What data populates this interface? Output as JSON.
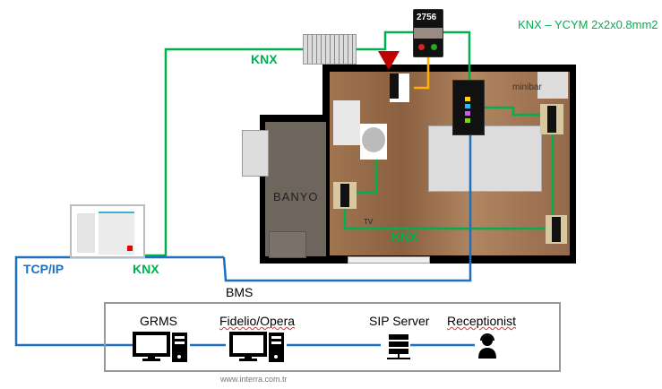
{
  "legend": {
    "cable": "KNX –  YCYM 2x2x0.8mm2"
  },
  "labels": {
    "knx_top": "KNX",
    "knx_room": "KNX",
    "knx_gateway": "KNX",
    "tcpip": "TCP/IP",
    "bms": "BMS"
  },
  "room": {
    "bathroom": "BANYO",
    "minibar": "minibar",
    "tv": "TV"
  },
  "keycard": {
    "room_number": "2756"
  },
  "systems": [
    {
      "label": "GRMS",
      "icon": "computer-icon"
    },
    {
      "label": "Fidelio/Opera",
      "icon": "computer-icon"
    },
    {
      "label": "SIP Server",
      "icon": "server-icon"
    },
    {
      "label": "Receptionist",
      "icon": "receptionist-icon"
    }
  ],
  "footer": "www.interra.com.tr",
  "colors": {
    "knx": "#00b050",
    "ip": "#1f6fbf",
    "doorbell": "#ffb000"
  }
}
